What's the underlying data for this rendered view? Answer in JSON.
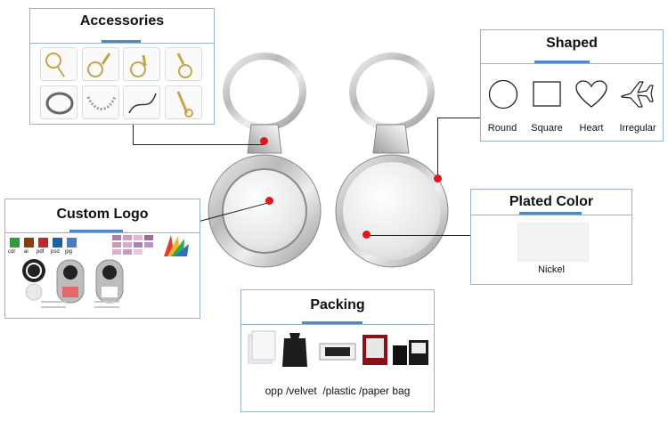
{
  "accessories": {
    "title": "Accessories"
  },
  "shaped": {
    "title": "Shaped",
    "items": [
      {
        "label": "Round",
        "icon": "circle-icon"
      },
      {
        "label": "Square",
        "icon": "square-icon"
      },
      {
        "label": "Heart",
        "icon": "heart-icon"
      },
      {
        "label": "Irregular",
        "icon": "airplane-icon"
      }
    ]
  },
  "custom_logo": {
    "title": "Custom Logo",
    "file_types": [
      "cdr",
      "ai",
      "pdf",
      "psd",
      "jpg"
    ]
  },
  "plated_color": {
    "title": "Plated Color",
    "swatch_label": "Nickel",
    "swatch_color": "#f3f3f3"
  },
  "packing": {
    "title": "Packing",
    "caption": "opp /velvet  /plastic /paper bag"
  },
  "colors": {
    "accent": "#4f88c6",
    "border": "#9ab0cf",
    "marker": "#e0181d"
  }
}
